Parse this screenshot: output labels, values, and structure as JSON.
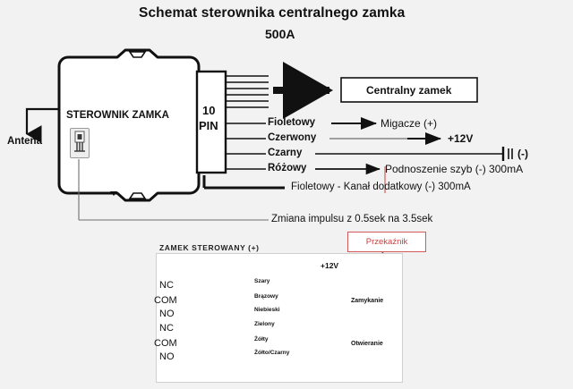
{
  "header": {
    "title": "Schemat sterownika centralnego zamka",
    "subtitle": "500A"
  },
  "controller": {
    "label": "STEROWNIK ZAMKA",
    "connector_line1": "10",
    "connector_line2": "PIN",
    "icon_name": "connector-plug-icon"
  },
  "antenna": {
    "label": "Antena"
  },
  "central_lock_box": {
    "label": "Centralny zamek"
  },
  "wires": [
    {
      "name": "Fioletowy",
      "destination": "Migacze (+)",
      "arrow": true
    },
    {
      "name": "Czerwony",
      "destination": "+12V",
      "arrow": true
    },
    {
      "name": "Czarny",
      "destination": "(-)",
      "arrow": false
    },
    {
      "name": "Różowy",
      "destination": "Podnoszenie szyb (-) 300mA",
      "arrow": true
    }
  ],
  "extra_channel": {
    "label": "Fioletowy - Kanał dodatkowy (-) 300mA"
  },
  "pulse_note": {
    "label": "Zmiana impulsu z 0.5sek na 3.5sek"
  },
  "lower_panel": {
    "title": "ZAMEK STEROWANY (+)",
    "relay_callout": "Przekaźnik",
    "supply_label": "+12V",
    "terminals": [
      "NC",
      "COM",
      "NO",
      "NC",
      "COM",
      "NO"
    ],
    "wire_colors": [
      "Szary",
      "Brązowy",
      "Niebieski",
      "Zielony",
      "Żółty",
      "Żółto/Czarny"
    ],
    "actions": [
      "Zamykanie",
      "Otwieranie"
    ]
  },
  "colors": {
    "ink": "#111111",
    "relay_red": "#d23b3b",
    "relay_border": "#d25a5a",
    "panel_bg": "#ffffff",
    "page_bg": "#f2f2f2",
    "panel_border": "#cfcfcf",
    "wire_gray": "#6f6f6f"
  }
}
